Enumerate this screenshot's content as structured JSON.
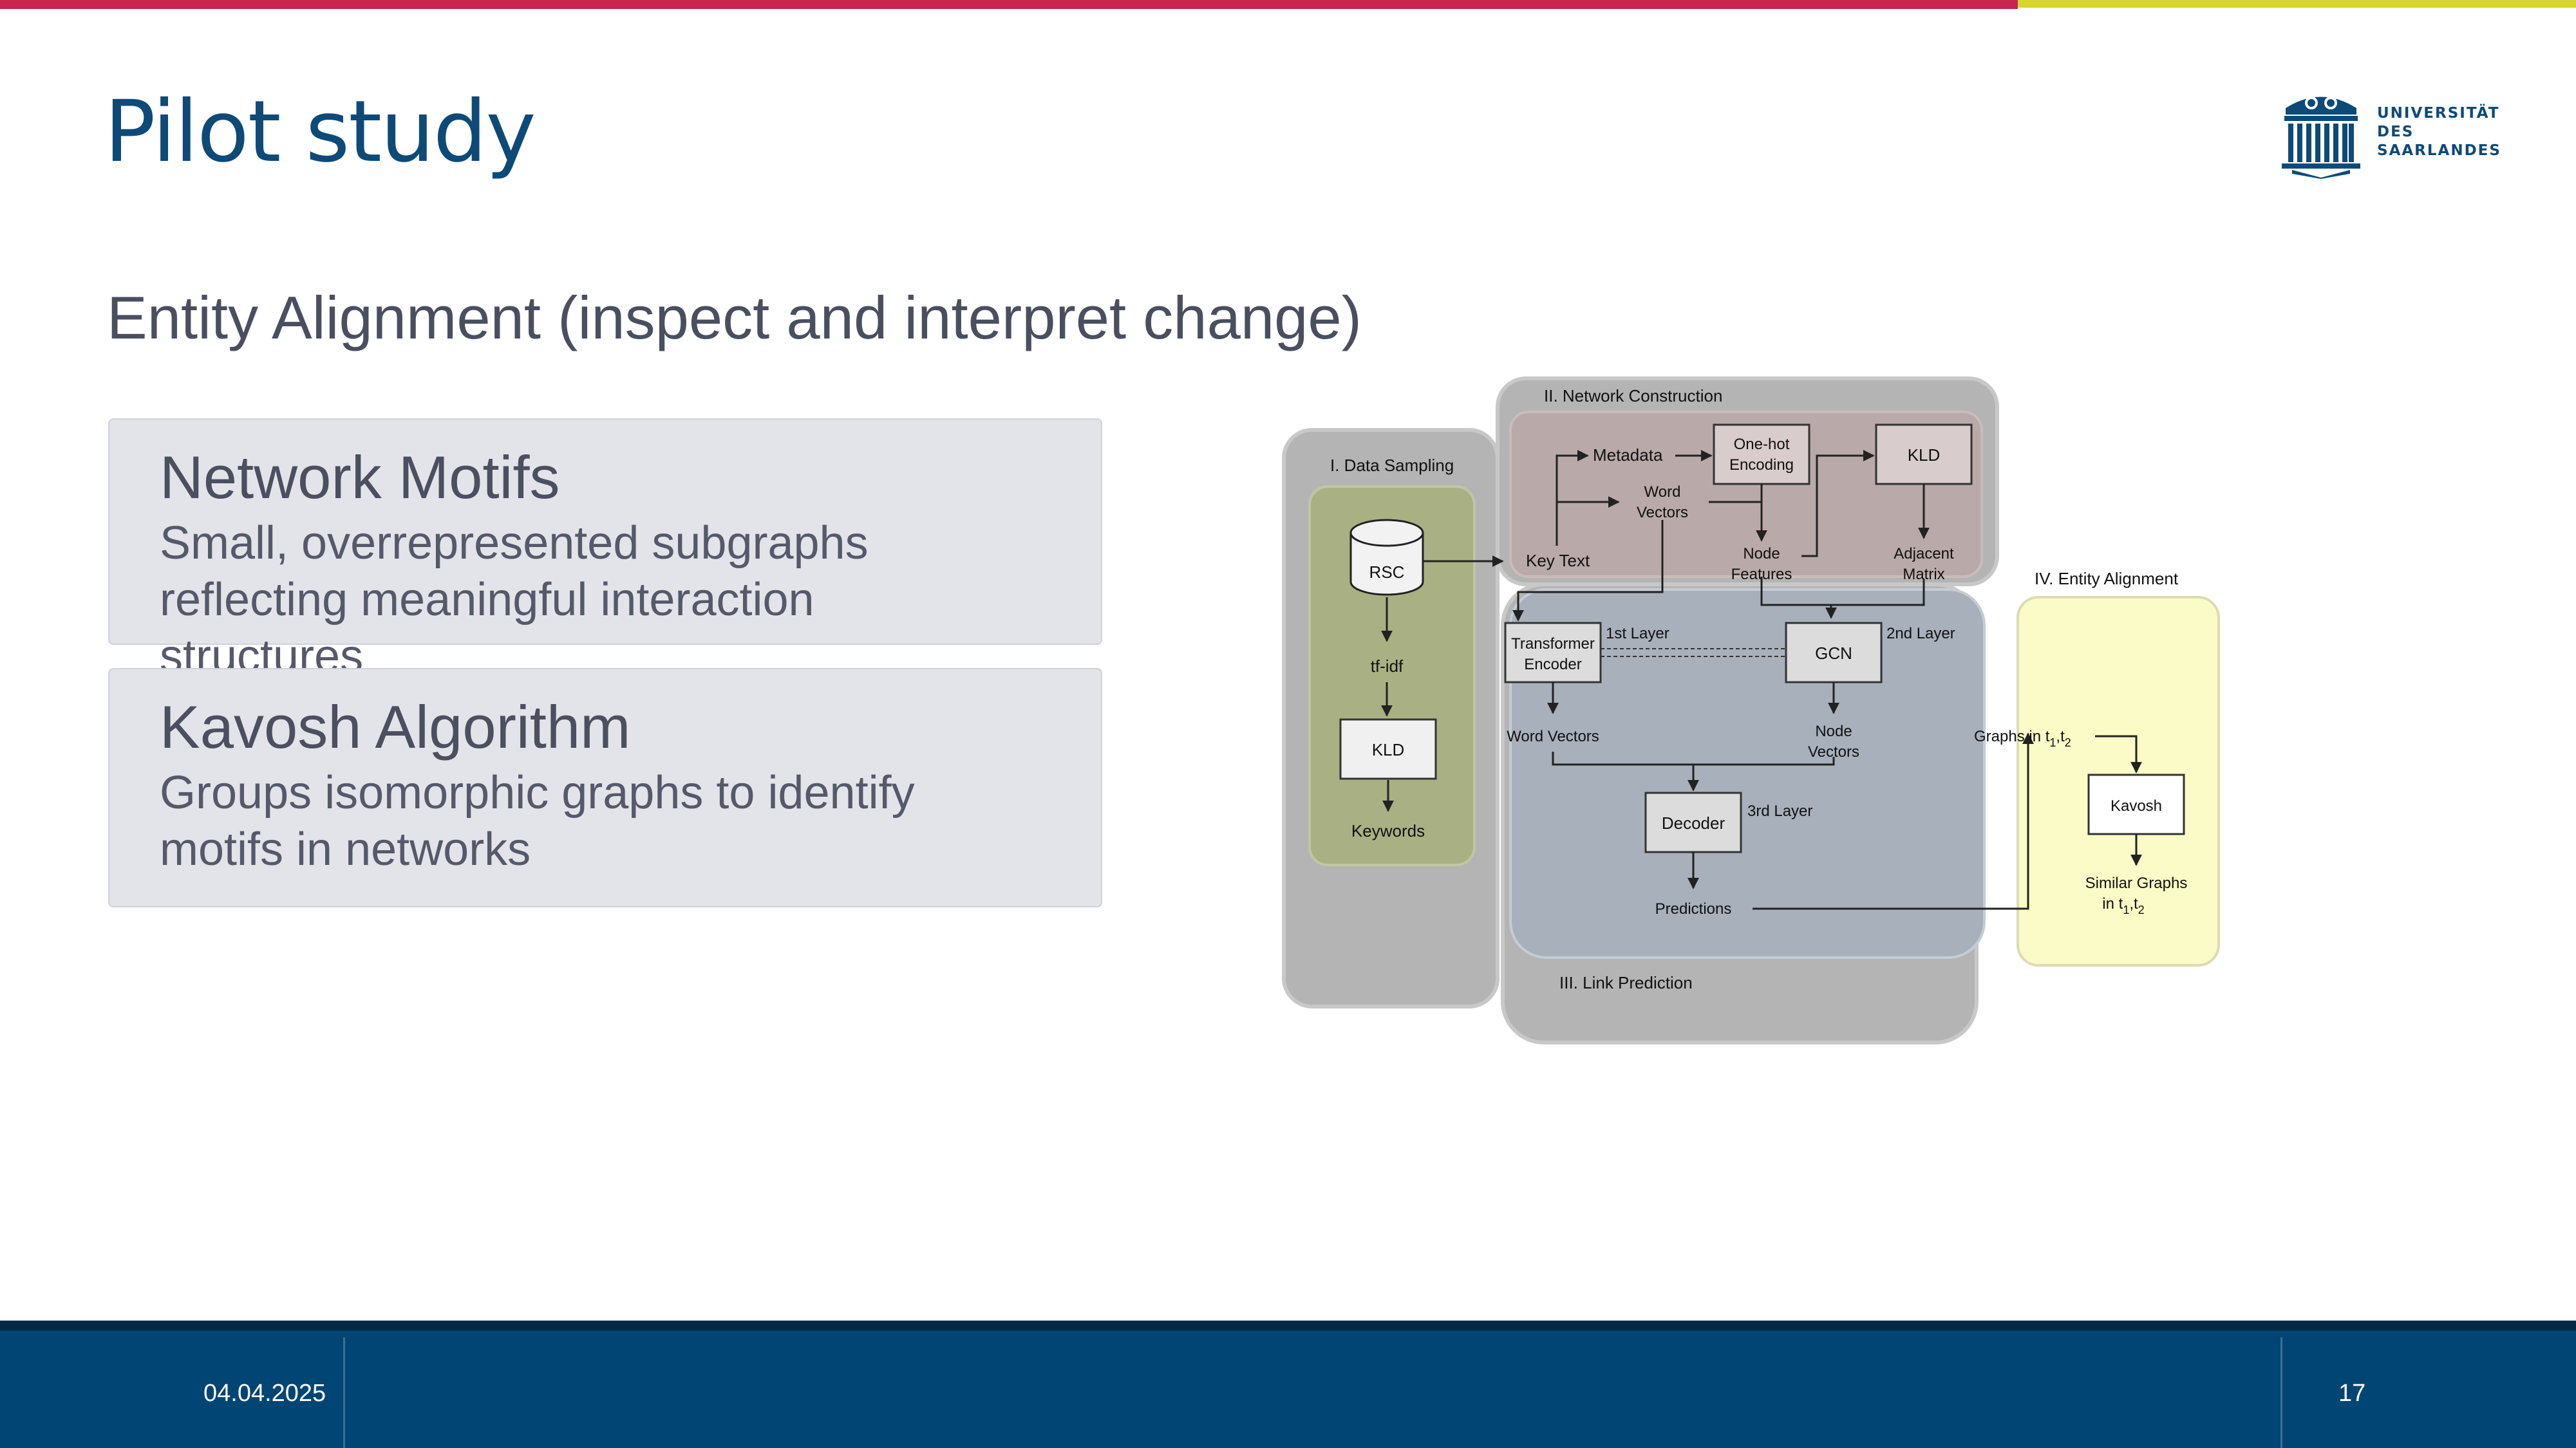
{
  "slide": {
    "title": "Pilot study",
    "subtitle": "Entity Alignment (inspect and interpret change)",
    "logo_lines": [
      "UNIVERSITÄT",
      "DES",
      "SAARLANDES"
    ]
  },
  "cards": [
    {
      "title": "Network Motifs",
      "description": "Small, overrepresented subgraphs reflecting meaningful interaction structures"
    },
    {
      "title": "Kavosh Algorithm",
      "description": "Groups isomorphic graphs to identify motifs in networks"
    }
  ],
  "diagram": {
    "sections": {
      "data_sampling": "I. Data Sampling",
      "network_construction": "II. Network Construction",
      "link_prediction": "III. Link Prediction",
      "entity_alignment": "IV. Entity Alignment"
    },
    "nodes": {
      "rsc": "RSC",
      "tfidf": "tf-idf",
      "kld_sampling": "KLD",
      "keywords": "Keywords",
      "metadata": "Metadata",
      "onehot": [
        "One-hot",
        "Encoding"
      ],
      "kld_network": "KLD",
      "word_vectors_top": [
        "Word",
        "Vectors"
      ],
      "key_text": "Key Text",
      "node_features": [
        "Node",
        "Features"
      ],
      "adjacent_matrix": [
        "Adjacent",
        "Matrix"
      ],
      "transformer": [
        "Transformer",
        "Encoder"
      ],
      "first_layer": "1st Layer",
      "gcn": "GCN",
      "second_layer": "2nd Layer",
      "word_vectors_bottom": "Word Vectors",
      "node_vectors": [
        "Node",
        "Vectors"
      ],
      "decoder": "Decoder",
      "third_layer": "3rd Layer",
      "predictions": "Predictions",
      "graphs_in": "Graphs in t",
      "kavosh": "Kavosh",
      "similar_graphs": [
        "Similar Graphs",
        "in t"
      ],
      "sub1": "1",
      "sub2": "2",
      "sep": ",t"
    }
  },
  "footer": {
    "date": "04.04.2025",
    "page": "17"
  },
  "colors": {
    "title": "#0d4a78",
    "footer": "#004574",
    "top_bar_red": "#c8254f",
    "top_bar_yellow": "#d6d62e",
    "sampling_green": "#a9b184",
    "network_pink": "#b9a9a9",
    "link_blue": "#a8b0bb",
    "alignment_yellow": "#fbfbc7"
  }
}
